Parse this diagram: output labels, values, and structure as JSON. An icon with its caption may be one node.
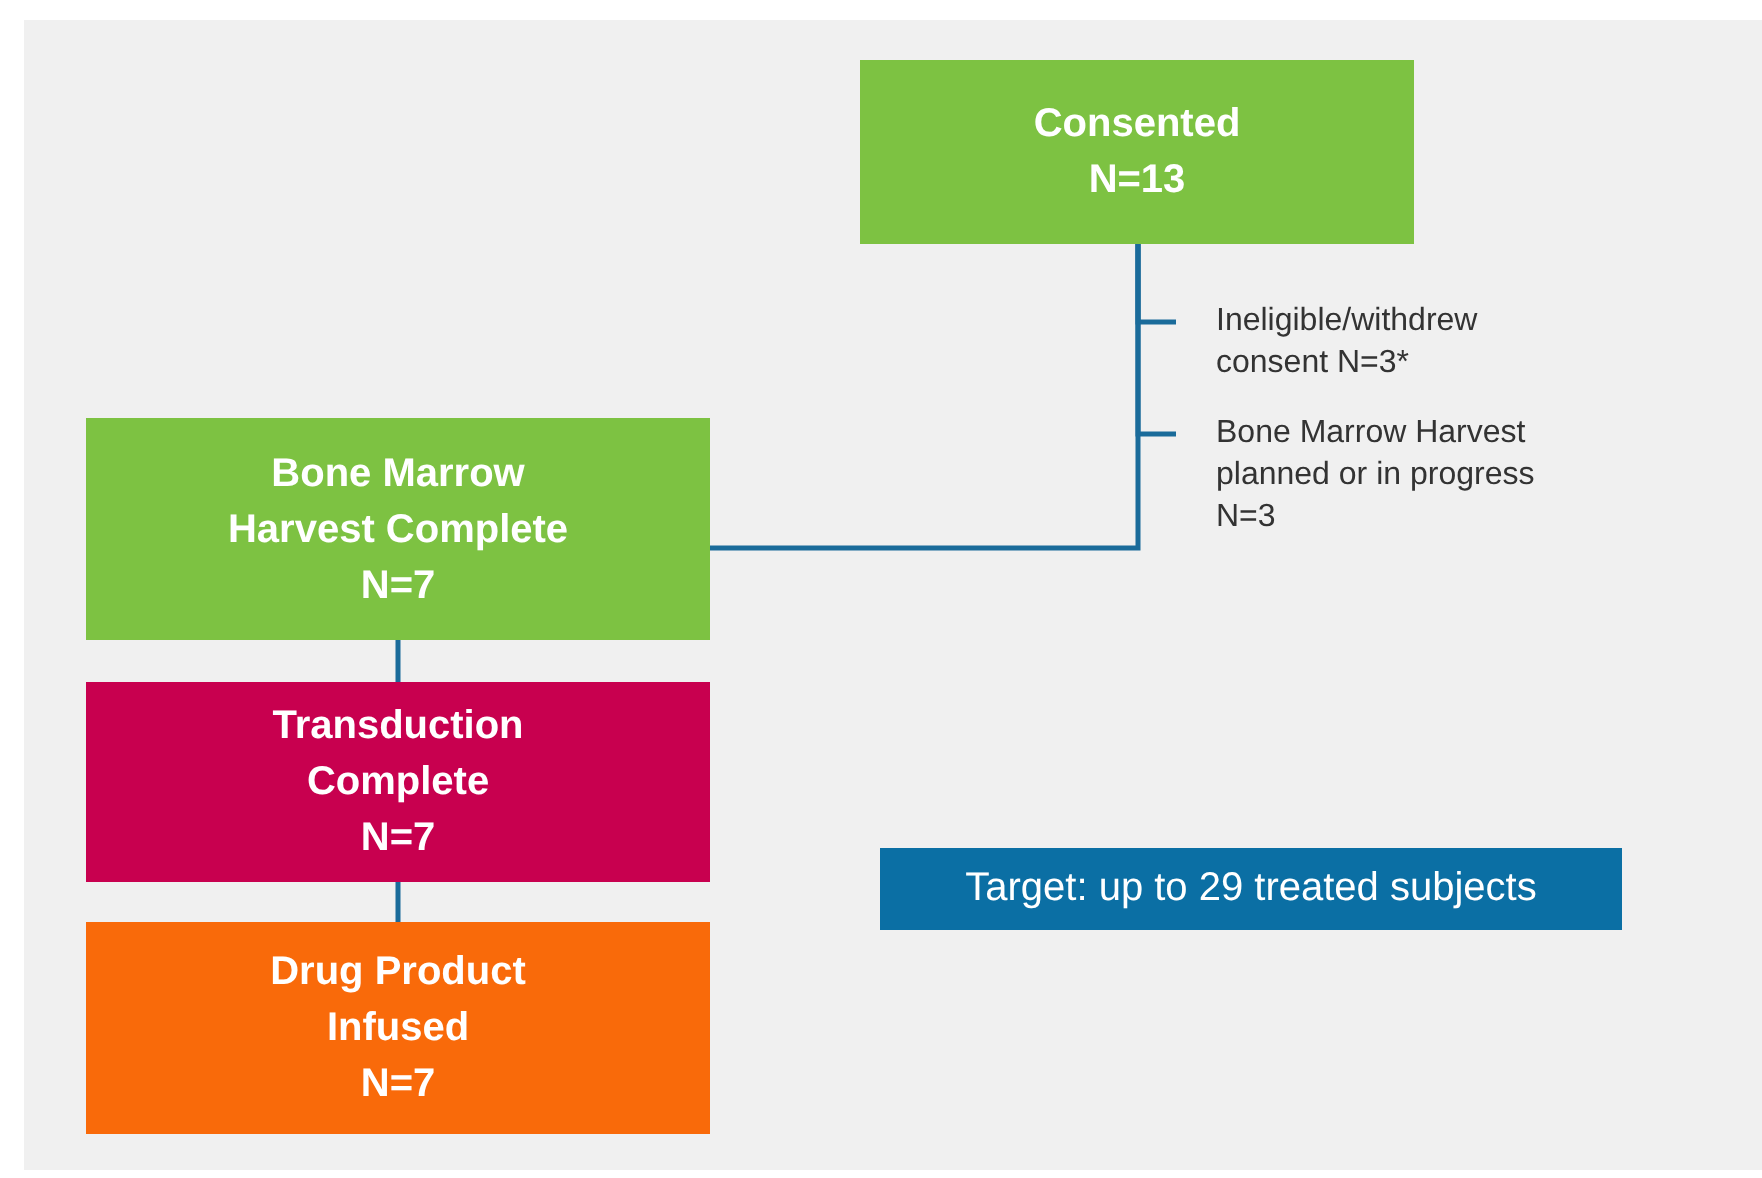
{
  "diagram": {
    "nodes": [
      {
        "text": [
          "Consented",
          "N=13"
        ]
      },
      {
        "text": [
          "Ineligible/withdrew consent  N=3*"
        ]
      },
      {
        "text": [
          "Bone Marrow Harvest planned or in progress N=3"
        ]
      },
      {
        "text": [
          "Bone Marrow Harvest Complete",
          "N=7"
        ]
      },
      {
        "text": [
          "Transduction Complete",
          "N=7"
        ]
      },
      {
        "text": [
          "Drug Product Infused",
          "N=7"
        ]
      },
      {
        "text": [
          "Target: up to 29 treated subjects"
        ]
      }
    ],
    "edges": [
      {
        "from": 0,
        "to": 1,
        "arrow": "none"
      },
      {
        "from": 0,
        "to": 2,
        "arrow": "none"
      },
      {
        "from": 0,
        "to": 3,
        "arrow": "none"
      },
      {
        "from": 3,
        "to": 4,
        "arrow": "none"
      },
      {
        "from": 4,
        "to": 5,
        "arrow": "none"
      }
    ]
  }
}
